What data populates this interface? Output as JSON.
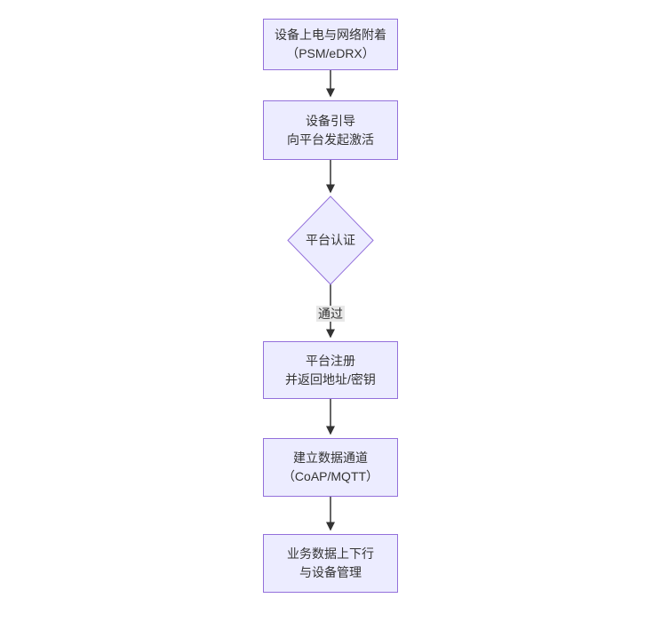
{
  "diagram": {
    "type": "flowchart-vertical",
    "colors": {
      "background": "#ffffff",
      "node_fill": "#ECECFF",
      "node_border": "#9370DB",
      "text": "#333333",
      "arrow": "#333333",
      "edge_label_bg": "#e8e8e8"
    },
    "nodes": [
      {
        "id": "power-on-attach",
        "shape": "rect",
        "line1": "设备上电与网络附着",
        "line2": "（PSM/eDRX）"
      },
      {
        "id": "bootstrap-activate",
        "shape": "rect",
        "line1": "设备引导",
        "line2": "向平台发起激活"
      },
      {
        "id": "platform-auth",
        "shape": "diamond",
        "line1": "平台认证",
        "line2": ""
      },
      {
        "id": "platform-register",
        "shape": "rect",
        "line1": "平台注册",
        "line2": "并返回地址/密钥"
      },
      {
        "id": "data-channel",
        "shape": "rect",
        "line1": "建立数据通道",
        "line2": "（CoAP/MQTT）"
      },
      {
        "id": "business-data",
        "shape": "rect",
        "line1": "业务数据上下行",
        "line2": "与设备管理"
      }
    ],
    "edges": [
      {
        "from": "power-on-attach",
        "to": "bootstrap-activate",
        "label": ""
      },
      {
        "from": "bootstrap-activate",
        "to": "platform-auth",
        "label": ""
      },
      {
        "from": "platform-auth",
        "to": "platform-register",
        "label": "通过"
      },
      {
        "from": "platform-register",
        "to": "data-channel",
        "label": ""
      },
      {
        "from": "data-channel",
        "to": "business-data",
        "label": ""
      }
    ],
    "edge_labels": [
      {
        "text": "通过"
      }
    ]
  }
}
